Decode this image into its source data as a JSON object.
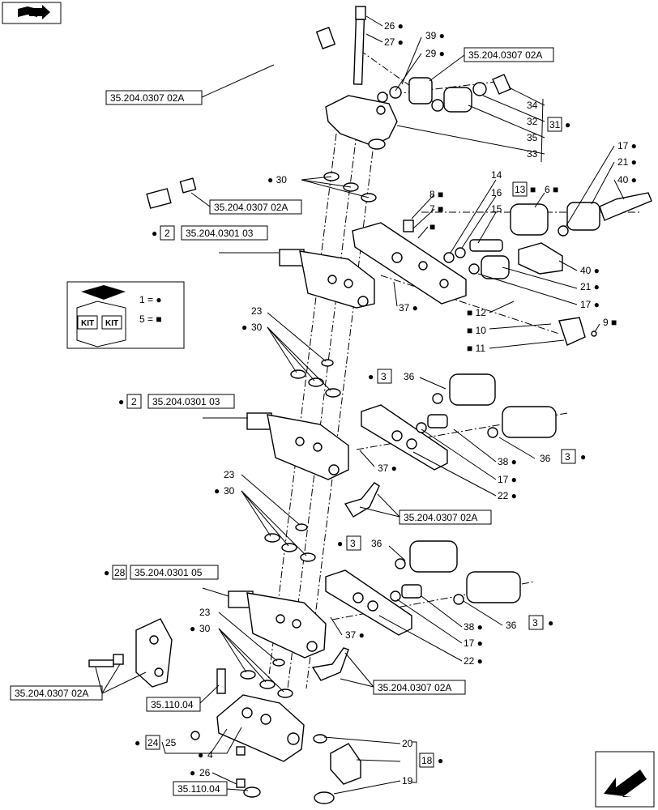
{
  "refs": {
    "r1": "35.204.0307 02A",
    "r2": "35.204.0307 02A",
    "r3": "35.204.0307 02A",
    "r4": "35.204.0301 03",
    "r5": "35.204.0301 03",
    "r6": "35.204.0307 02A",
    "r7": "35.204.0301 05",
    "r8": "35.204.0307 02A",
    "r9": "35.204.0307 02A",
    "r10": "35.110.04",
    "r11": "35.110.04"
  },
  "kit_legend": {
    "row1": "1 = ●",
    "row2": "5 = ■",
    "kit_word": "KIT"
  },
  "labels": {
    "l26a": "26 ●",
    "l27": "27 ●",
    "l39": "39 ●",
    "l29": "29 ●",
    "l34": "34",
    "l32": "32",
    "l35": "35",
    "l33": "33",
    "l31": "31",
    "l31dot": "●",
    "l30a": "● 30",
    "l8": "8 ■",
    "l7": "7 ■",
    "l5sq": "■",
    "l14": "14",
    "l16": "16",
    "l15": "15",
    "l13": "13",
    "l13sq": "■",
    "l6": "6 ■",
    "l17a": "17 ●",
    "l21a": "21 ●",
    "l40a": "40 ●",
    "l40b": "40 ●",
    "l21b": "21 ●",
    "l17b": "17 ●",
    "l37a": "37 ●",
    "l12": "■ 12",
    "l10": "■ 10",
    "l11": "■ 11",
    "l9": "9 ■",
    "l2a": "2",
    "l2b": "2",
    "l23a": "23",
    "l30b": "30",
    "l23b": "23",
    "l30c": "30",
    "l23c": "23",
    "l30d": "30",
    "l36a": "36",
    "l3a": "3",
    "l38a": "38 ●",
    "l36b": "36",
    "l3b": "3",
    "l37b": "37 ●",
    "l17c": "17 ●",
    "l22a": "22 ●",
    "l36c": "36",
    "l3c": "3",
    "l38b": "38 ●",
    "l36d": "36",
    "l3d": "3",
    "l37c": "37 ●",
    "l17d": "17 ●",
    "l22b": "22 ●",
    "l28": "28",
    "l24": "24",
    "l25": "25",
    "l4": "4",
    "l26b": "26",
    "l20": "20",
    "l18": "18",
    "l19": "19"
  },
  "icons": {
    "top_left": "book-arrow-icon",
    "bottom_right": "next-page-arrow-icon"
  }
}
